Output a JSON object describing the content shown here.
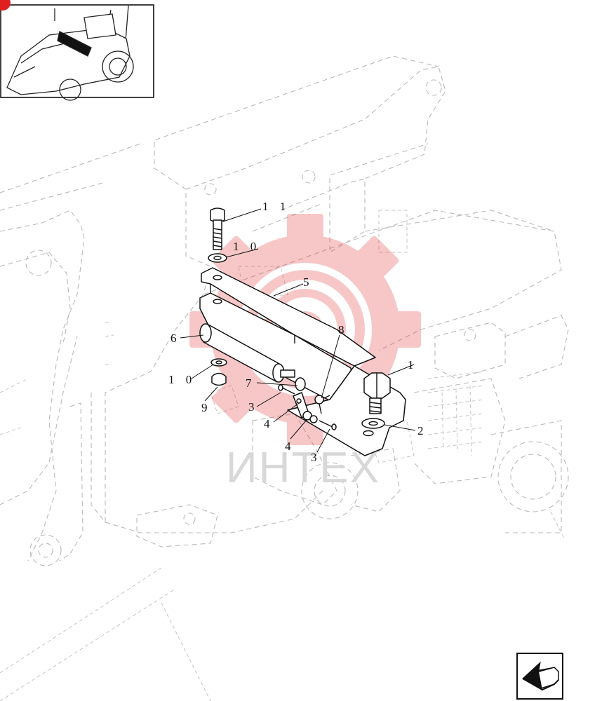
{
  "diagram": {
    "callouts": [
      {
        "id": "c-11",
        "text": "1 1"
      },
      {
        "id": "c-10a",
        "text": "1 0"
      },
      {
        "id": "c-5",
        "text": "5"
      },
      {
        "id": "c-6",
        "text": "6"
      },
      {
        "id": "c-8",
        "text": "8"
      },
      {
        "id": "c-1",
        "text": "1"
      },
      {
        "id": "c-10b",
        "text": "1 0"
      },
      {
        "id": "c-7",
        "text": "7"
      },
      {
        "id": "c-9",
        "text": "9"
      },
      {
        "id": "c-3a",
        "text": "3"
      },
      {
        "id": "c-4a",
        "text": "4"
      },
      {
        "id": "c-4b",
        "text": "4"
      },
      {
        "id": "c-2",
        "text": "2"
      },
      {
        "id": "c-3b",
        "text": "3"
      }
    ],
    "watermark": "ИНТЕХ",
    "colors": {
      "watermark_red": "#f08a8a",
      "line": "#111111",
      "ghost": "#b9b9b9"
    }
  }
}
